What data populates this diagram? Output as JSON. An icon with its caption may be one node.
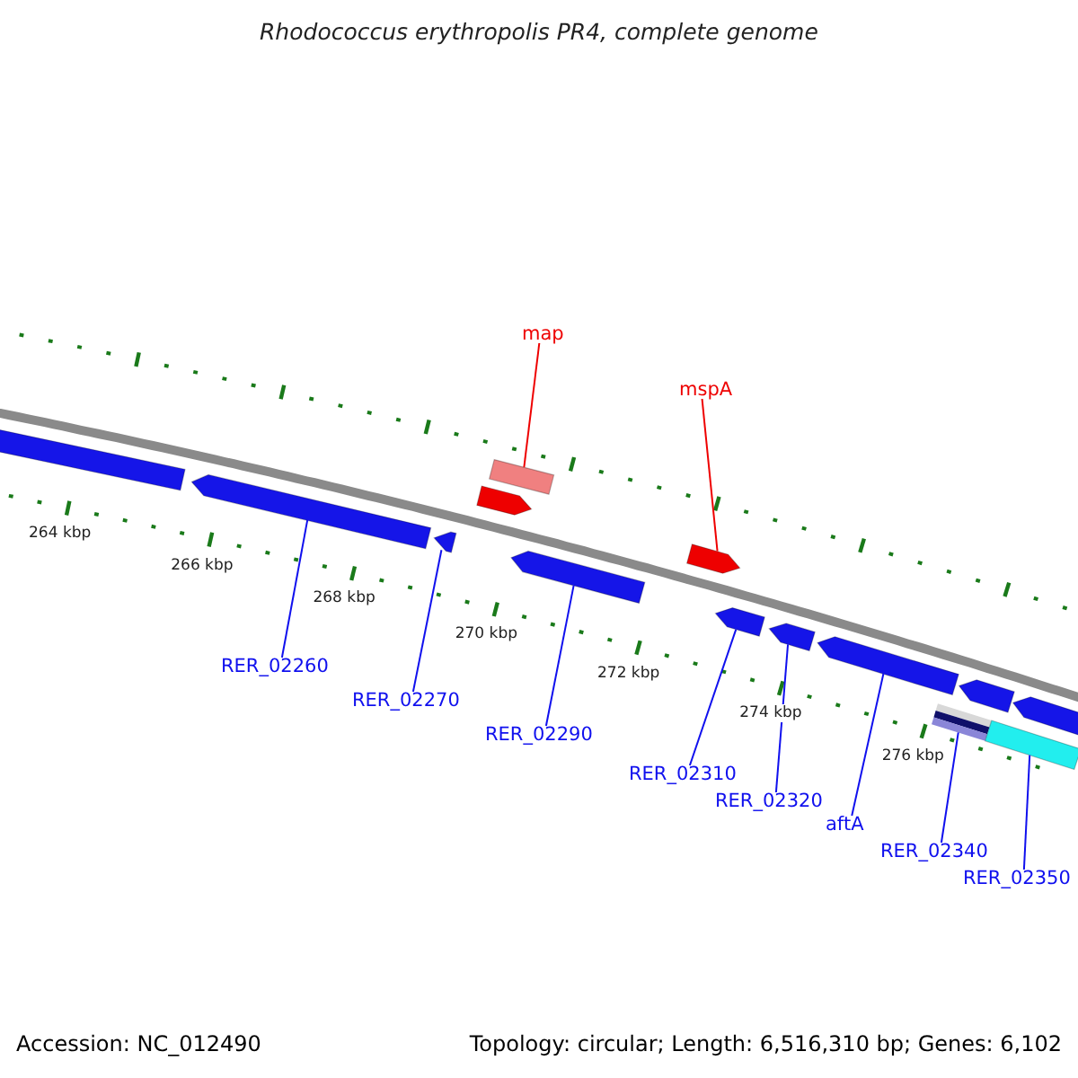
{
  "diagram": {
    "title": "Rhodococcus erythropolis PR4, complete genome",
    "nodes": [
      {
        "text": [
          "map"
        ]
      },
      {
        "text": [
          "mspA"
        ]
      },
      {
        "text": [
          "RER_02260"
        ]
      },
      {
        "text": [
          "RER_02270"
        ]
      },
      {
        "text": [
          "RER_02290"
        ]
      },
      {
        "text": [
          "RER_02310"
        ]
      },
      {
        "text": [
          "RER_02320"
        ]
      },
      {
        "text": [
          "aftA"
        ]
      },
      {
        "text": [
          "RER_02340"
        ]
      },
      {
        "text": [
          "RER_02350"
        ]
      },
      {
        "text": [],
        "shape": "bar"
      },
      {
        "text": [],
        "shape": "bar"
      },
      {
        "text": [],
        "shape": "bar"
      },
      {
        "text": [],
        "shape": "bar"
      },
      {
        "text": [],
        "shape": "bar"
      },
      {
        "text": [],
        "shape": "bar"
      },
      {
        "text": [],
        "shape": "bar"
      },
      {
        "text": [],
        "shape": "bar"
      },
      {
        "text": [],
        "shape": "bar"
      },
      {
        "text": [],
        "shape": "bar"
      },
      {
        "text": [],
        "shape": "bar"
      },
      {
        "text": [],
        "shape": "bar"
      },
      {
        "text": [],
        "shape": "bar"
      },
      {
        "text": [],
        "shape": "bar"
      }
    ],
    "edges": [
      {
        "from": 0,
        "to": 14,
        "arrow": "none",
        "color": "#ee0000"
      },
      {
        "from": 1,
        "to": 16,
        "arrow": "none",
        "color": "#ee0000"
      },
      {
        "from": 2,
        "to": 11,
        "arrow": "none"
      },
      {
        "from": 3,
        "to": 12,
        "arrow": "none"
      },
      {
        "from": 4,
        "to": 15,
        "arrow": "none"
      },
      {
        "from": 5,
        "to": 17,
        "arrow": "none"
      },
      {
        "from": 6,
        "to": 18,
        "arrow": "none"
      },
      {
        "from": 7,
        "to": 19,
        "arrow": "none"
      },
      {
        "from": 8,
        "to": 22,
        "arrow": "none"
      },
      {
        "from": 9,
        "to": 23,
        "arrow": "none"
      }
    ],
    "labels": [
      "264 kbp",
      "266 kbp",
      "268 kbp",
      "270 kbp",
      "272 kbp",
      "274 kbp",
      "276 kbp",
      "Accession: NC_012490",
      "Topology: circular; Length: 6,516,310 bp; Genes: 6,102"
    ]
  }
}
